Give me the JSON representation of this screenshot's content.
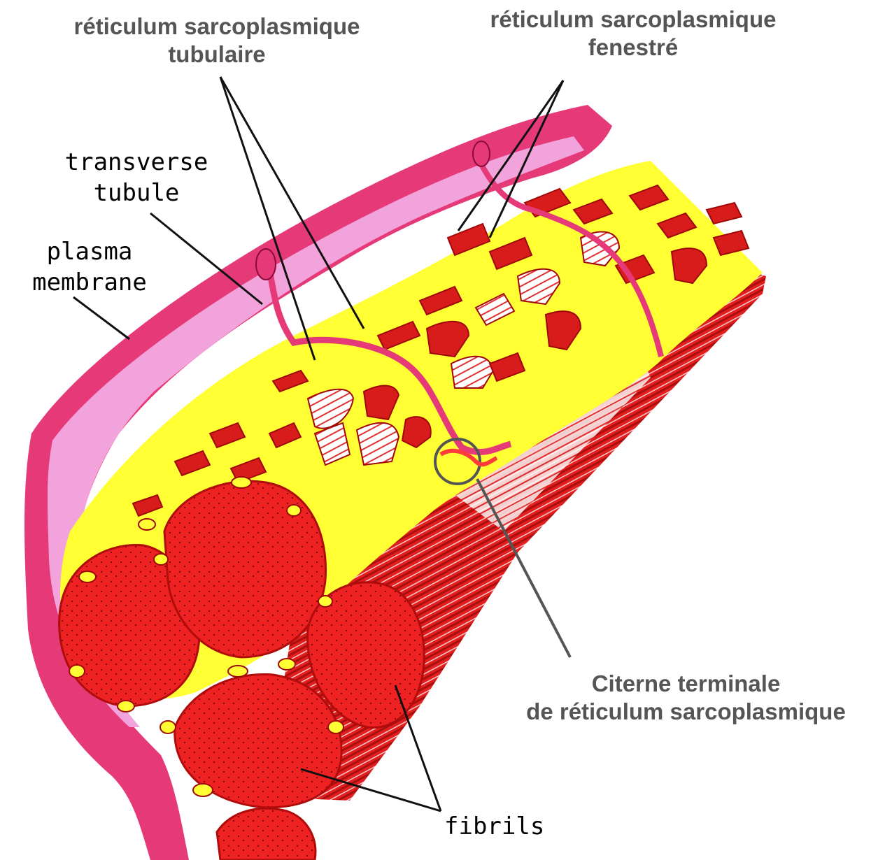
{
  "labels": {
    "tubular_sr": [
      "réticulum sarcoplasmique",
      "tubulaire"
    ],
    "fenestrated_sr": [
      "réticulum sarcoplasmique",
      "fenestré"
    ],
    "transverse_tubule": [
      "transverse",
      "tubule"
    ],
    "plasma_membrane": [
      "plasma",
      "membrane"
    ],
    "terminal_cisterna": [
      "Citerne terminale",
      "de réticulum sarcoplasmique"
    ],
    "fibrils": "fibrils"
  },
  "colors": {
    "membrane_pink": "#e63a78",
    "membrane_light": "#f2a3dc",
    "reticulum_yellow": "#ffff33",
    "fibril_red": "#ee2222",
    "fibril_dark": "#c41414",
    "leader_line": "#111111",
    "label_gray": "#555555"
  }
}
